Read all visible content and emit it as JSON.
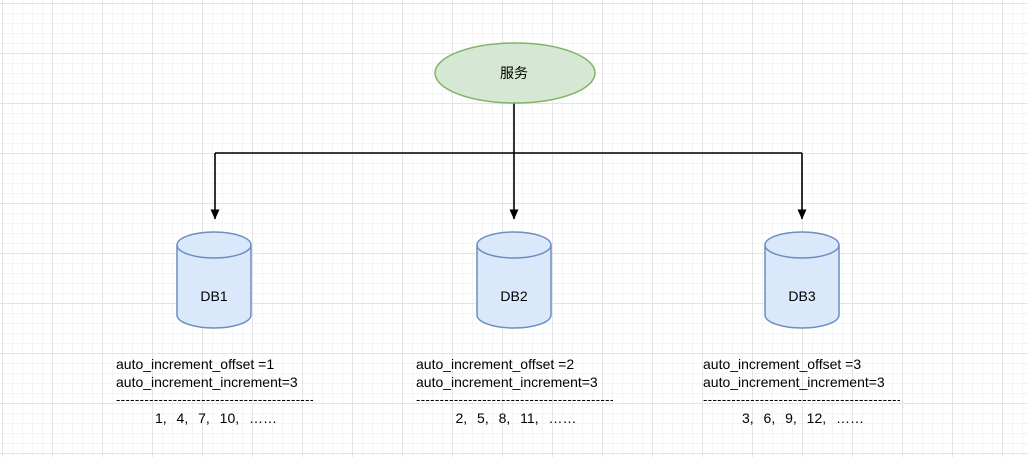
{
  "diagram": {
    "service": {
      "label": "服务"
    },
    "databases": [
      {
        "label": "DB1",
        "offset_line": "auto_increment_offset =1",
        "increment_line": "auto_increment_increment=3",
        "divider": "------------------------------------------",
        "sequence": "1, 4, 7, 10, ……"
      },
      {
        "label": "DB2",
        "offset_line": "auto_increment_offset =2",
        "increment_line": "auto_increment_increment=3",
        "divider": "------------------------------------------",
        "sequence": "2, 5, 8, 11, ……"
      },
      {
        "label": "DB3",
        "offset_line": "auto_increment_offset =3",
        "increment_line": "auto_increment_increment=3",
        "divider": "------------------------------------------",
        "sequence": "3, 6, 9, 12, ……"
      }
    ],
    "colors": {
      "service_fill": "#d5e8d4",
      "service_stroke": "#82b366",
      "db_fill": "#dae8fc",
      "db_stroke": "#6c8ebf",
      "connector": "#000000",
      "text": "#000000",
      "grid_minor": "#f4f4f5",
      "grid_major": "#e4e4e6"
    }
  }
}
